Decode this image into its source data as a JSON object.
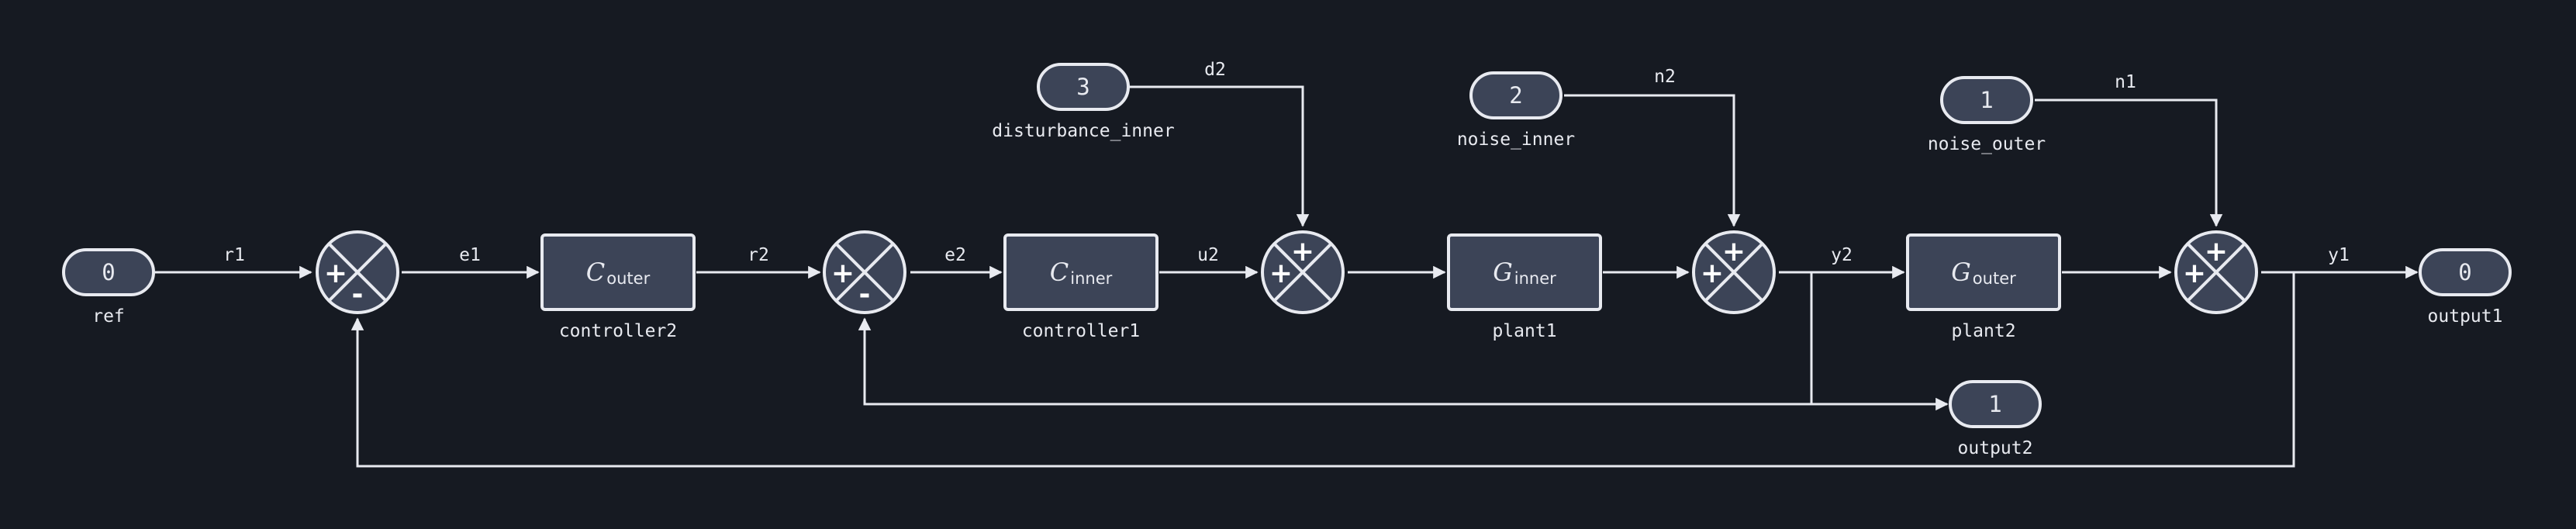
{
  "ports": {
    "ref": {
      "number": "0",
      "name": "ref"
    },
    "disturbance_inner": {
      "number": "3",
      "name": "disturbance_inner"
    },
    "noise_inner": {
      "number": "2",
      "name": "noise_inner"
    },
    "noise_outer": {
      "number": "1",
      "name": "noise_outer"
    },
    "output1": {
      "number": "0",
      "name": "output1"
    },
    "output2": {
      "number": "1",
      "name": "output2"
    }
  },
  "blocks": {
    "controller2": {
      "symbol": "C",
      "subscript": "outer",
      "name": "controller2"
    },
    "controller1": {
      "symbol": "C",
      "subscript": "inner",
      "name": "controller1"
    },
    "plant1": {
      "symbol": "G",
      "subscript": "inner",
      "name": "plant1"
    },
    "plant2": {
      "symbol": "G",
      "subscript": "outer",
      "name": "plant2"
    }
  },
  "sums": {
    "sum1": {
      "left": "+",
      "bottom": "-"
    },
    "sum2": {
      "left": "+",
      "bottom": "-"
    },
    "sum3": {
      "left": "+",
      "top": "+"
    },
    "sum4": {
      "left": "+",
      "top": "+"
    },
    "sum5": {
      "left": "+",
      "top": "+"
    }
  },
  "signals": {
    "r1": "r1",
    "e1": "e1",
    "r2": "r2",
    "e2": "e2",
    "u2": "u2",
    "d2": "d2",
    "n2": "n2",
    "y2": "y2",
    "n1": "n1",
    "y1": "y1"
  },
  "colors": {
    "background": "#161a22",
    "fill": "#3c4457",
    "stroke": "#e8eaf0"
  }
}
